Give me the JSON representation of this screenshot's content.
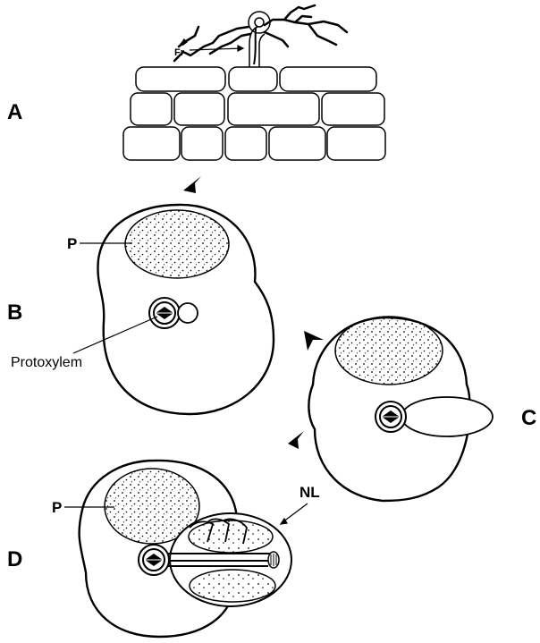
{
  "panels": {
    "a": "A",
    "b": "B",
    "c": "C",
    "d": "D"
  },
  "labels": {
    "fr": "Fr",
    "p_b": "P",
    "protoxylem": "Protoxylem",
    "p_d": "P",
    "nl": "NL"
  },
  "colors": {
    "ink": "#000000",
    "background": "#ffffff"
  }
}
